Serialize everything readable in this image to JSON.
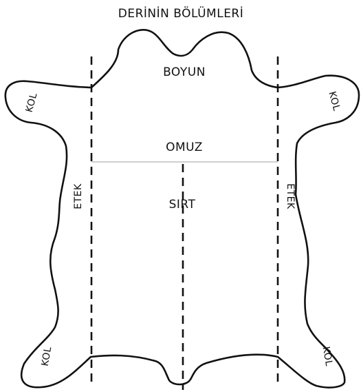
{
  "title": "DERİNİN BÖLÜMLERİ",
  "regions": {
    "neck": "BOYUN",
    "shoulder": "OMUZ",
    "back": "SIRT"
  },
  "sides": {
    "left_belly": "ETEK",
    "right_belly": "ETEK",
    "left_front_leg": "KOL",
    "right_front_leg": "KOL",
    "left_hind_leg": "KOL",
    "right_hind_leg": "KOL"
  },
  "colors": {
    "outline": "#111111",
    "shoulder_line": "#cfcfcf"
  }
}
